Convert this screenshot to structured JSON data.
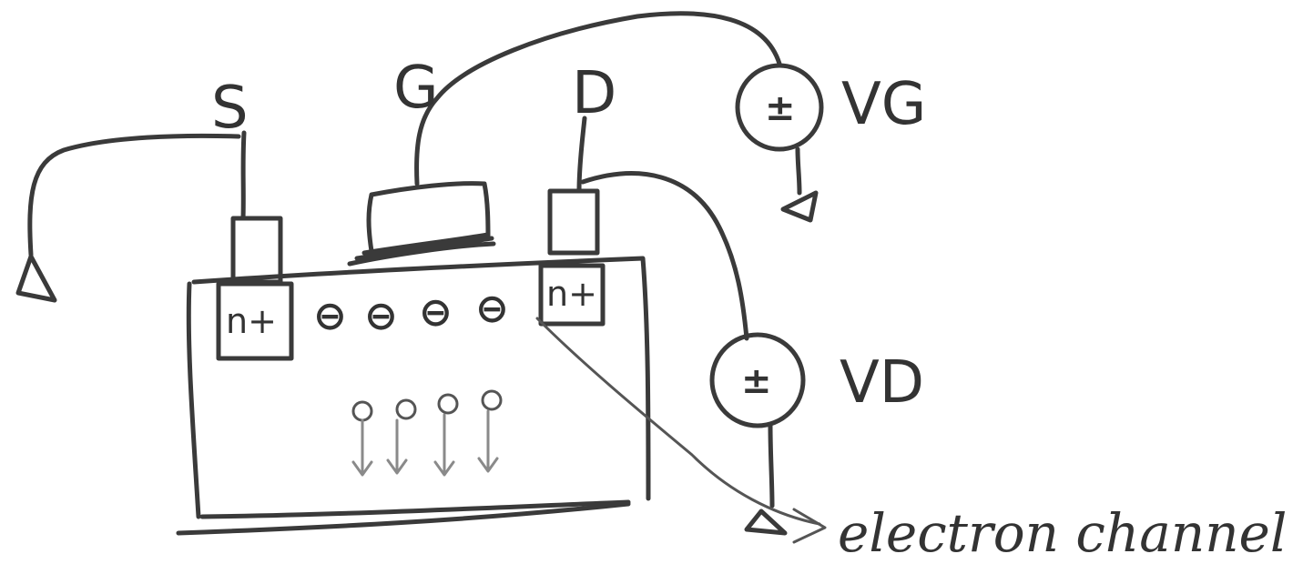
{
  "terminals": {
    "source": "S",
    "gate": "G",
    "drain": "D"
  },
  "doping": {
    "source_region": "n+",
    "drain_region": "n+"
  },
  "channel_charges": [
    "⊖",
    "⊖",
    "⊖",
    "⊖"
  ],
  "sources": {
    "gate_voltage": {
      "label": "VG",
      "sign": "±"
    },
    "drain_voltage": {
      "label": "VD",
      "sign": "±"
    }
  },
  "annotation": {
    "text": "electron channel"
  }
}
